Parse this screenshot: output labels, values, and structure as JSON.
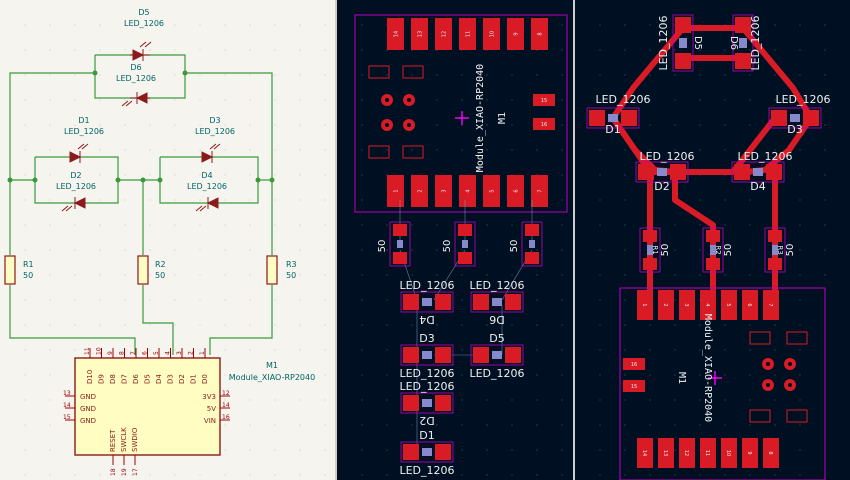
{
  "colors": {
    "schematic_bg": "#f5f4ef",
    "wire": "#3a9a3a",
    "component_body": "#8b1a1a",
    "ic_fill": "#fffdc2",
    "pin_red": "#a00000",
    "text_teal": "#006464",
    "pcb_bg": "#001023",
    "pad_red": "#d81b24",
    "silk": "#f0f0f0",
    "courtyard": "#c000c0",
    "anchor_magenta": "#ff00ff"
  },
  "schematic": {
    "leds": [
      {
        "ref": "D5",
        "value": "LED_1206"
      },
      {
        "ref": "D6",
        "value": "LED_1206"
      },
      {
        "ref": "D1",
        "value": "LED_1206"
      },
      {
        "ref": "D2",
        "value": "LED_1206"
      },
      {
        "ref": "D3",
        "value": "LED_1206"
      },
      {
        "ref": "D4",
        "value": "LED_1206"
      }
    ],
    "resistors": [
      {
        "ref": "R1",
        "value": "50"
      },
      {
        "ref": "R2",
        "value": "50"
      },
      {
        "ref": "R3",
        "value": "50"
      }
    ],
    "module": {
      "ref": "M1",
      "value": "Module_XIAO-RP2040",
      "top_pins": [
        "D10",
        "D9",
        "D8",
        "D7",
        "D6",
        "D5",
        "D4",
        "D3",
        "D2",
        "D1",
        "D0"
      ],
      "top_pin_numbers": [
        "11",
        "10",
        "9",
        "8",
        "7",
        "6",
        "5",
        "4",
        "3",
        "2",
        "1"
      ],
      "left_pins": [
        "GND",
        "GND",
        "GND"
      ],
      "left_pin_numbers": [
        "13",
        "14",
        "15"
      ],
      "right_pins": [
        "3V3",
        "5V",
        "VIN"
      ],
      "right_pin_numbers": [
        "12",
        "14",
        "16"
      ],
      "bottom_pins": [
        "RESET",
        "SWCLK",
        "SWDIO"
      ],
      "bottom_pin_numbers": [
        "18",
        "19",
        "17"
      ]
    }
  },
  "pcb_unrouted": {
    "module_label": "Module_XIAO-RP2040",
    "module_ref": "M1",
    "pad_numbers_top": [
      "14",
      "13",
      "12",
      "11",
      "10",
      "9",
      "8"
    ],
    "pad_numbers_bottom": [
      "1",
      "2",
      "3",
      "4",
      "5",
      "6",
      "7"
    ],
    "small_pad_numbers": [
      "15",
      "16"
    ],
    "resistor_values": [
      "50",
      "50",
      "50"
    ],
    "led_value": "LED_1206",
    "led_refs": [
      "D4",
      "D6",
      "D3",
      "D5",
      "D2",
      "D1"
    ]
  },
  "pcb_routed": {
    "module_label": "Module_XIAO-RP2040",
    "module_ref": "M1",
    "pad_numbers_bottom": [
      "14",
      "13",
      "12",
      "11",
      "10",
      "9",
      "8"
    ],
    "pad_numbers_top": [
      "1",
      "2",
      "3",
      "4",
      "5",
      "6",
      "7"
    ],
    "small_pad_numbers": [
      "16",
      "15"
    ],
    "led_value": "LED_1206",
    "led_refs": [
      "D5",
      "D6",
      "D1",
      "D3",
      "D2",
      "D4"
    ],
    "resistor_refs": [
      "R1",
      "R2",
      "R3"
    ],
    "resistor_values": [
      "50",
      "50",
      "50"
    ]
  }
}
